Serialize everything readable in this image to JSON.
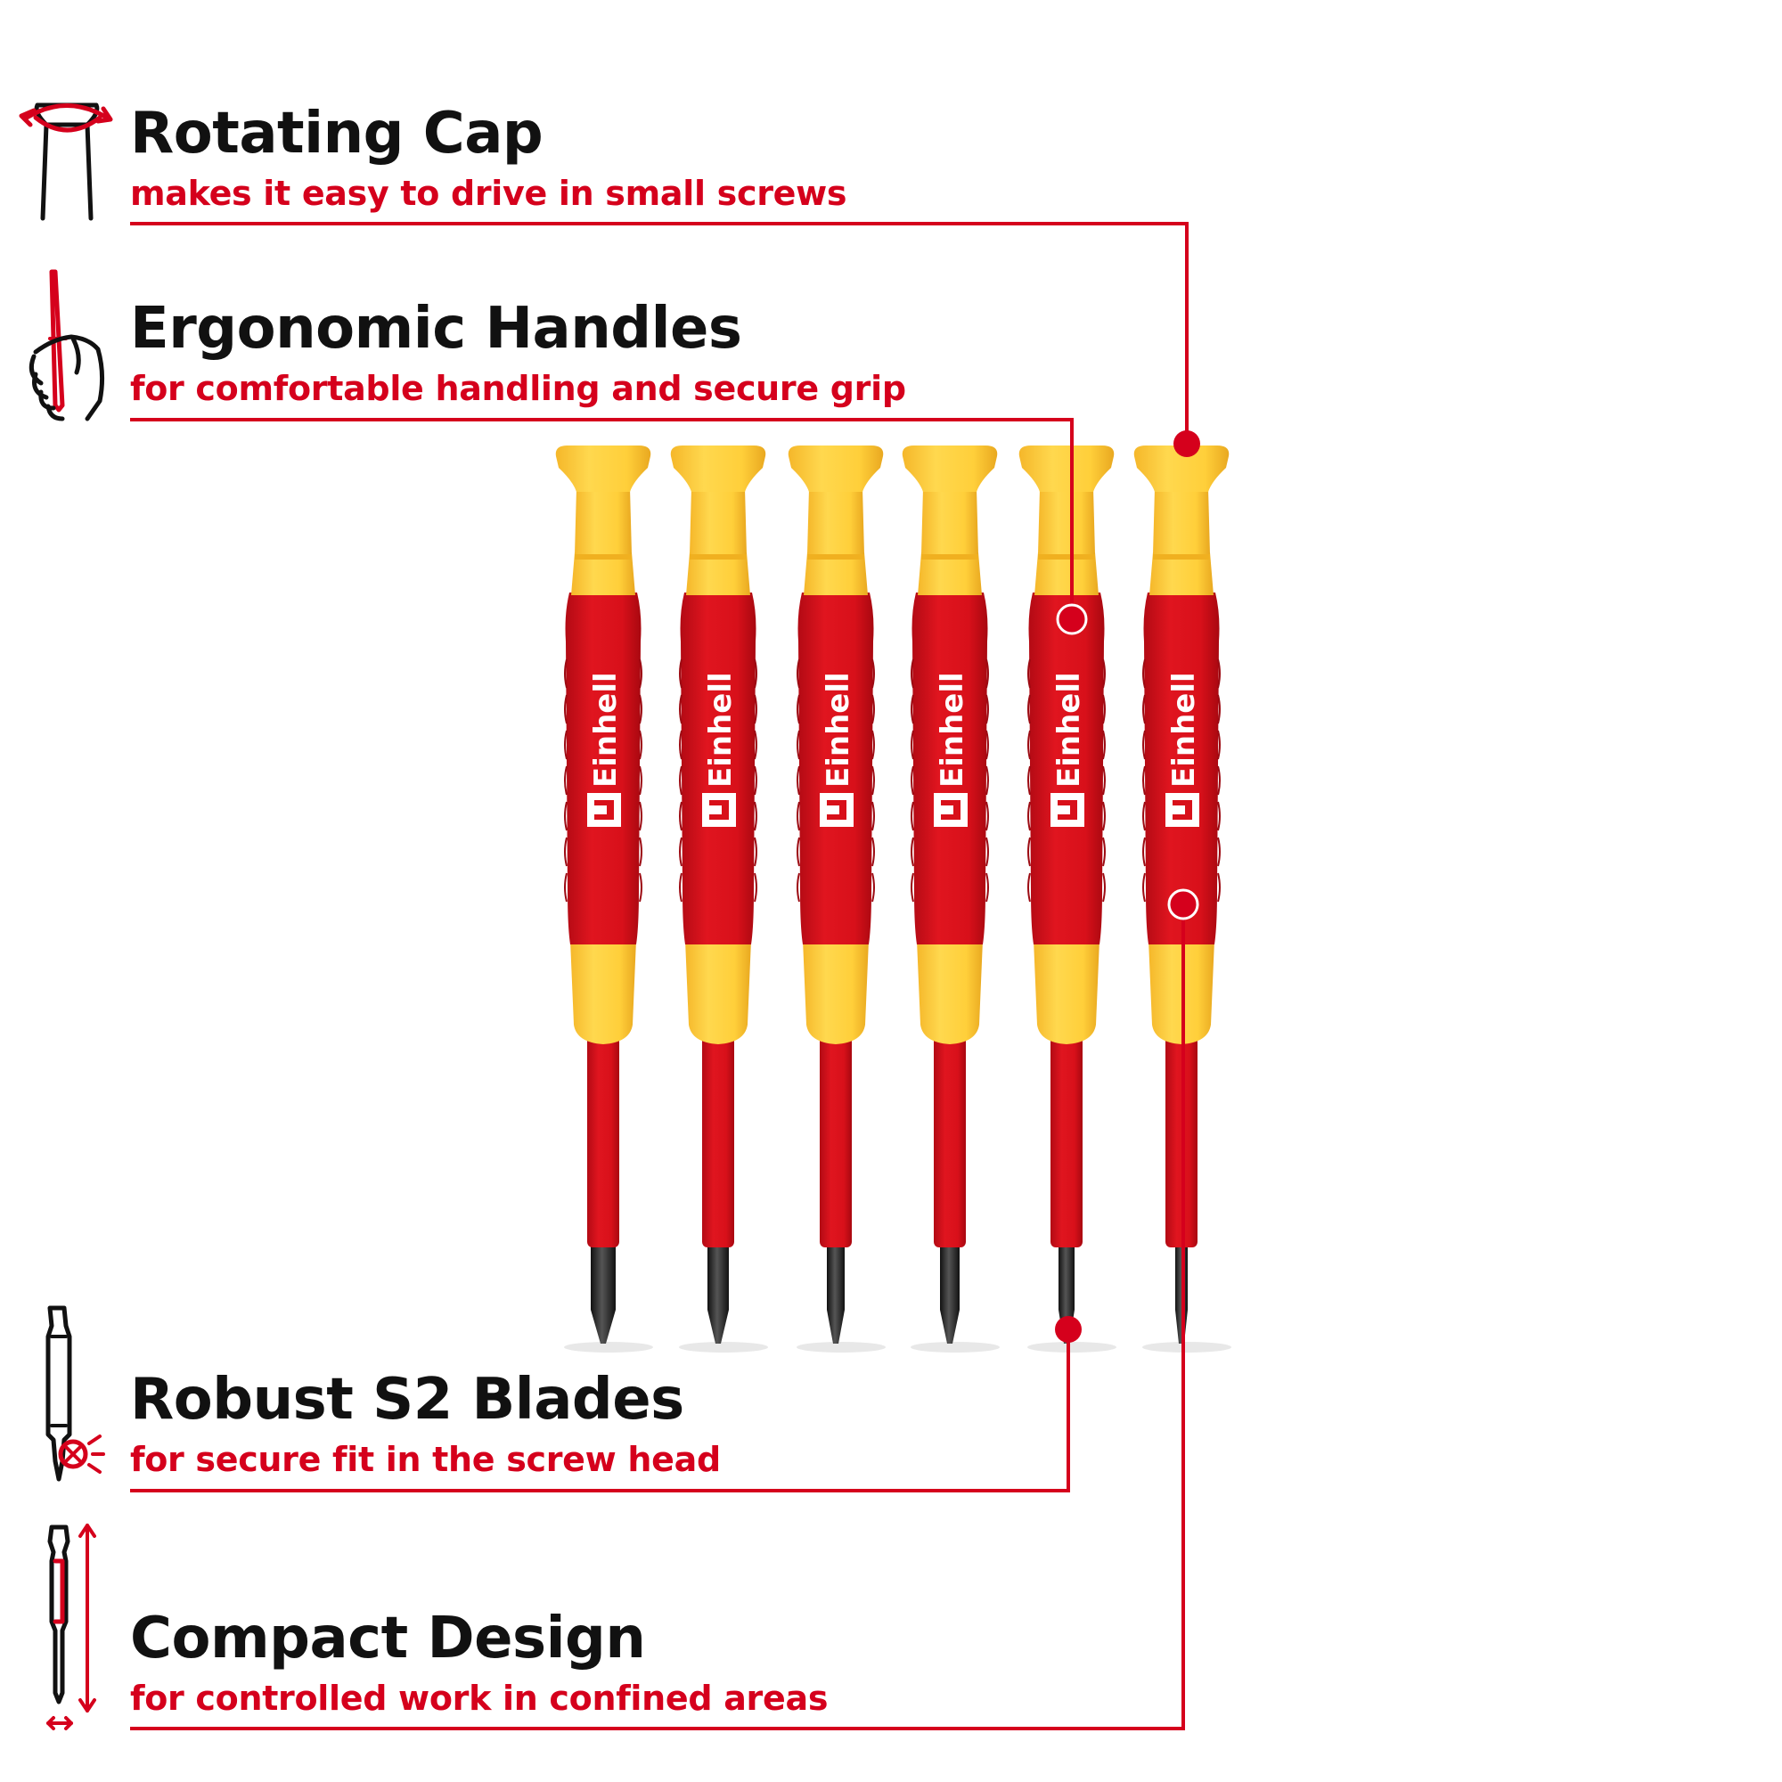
{
  "colors": {
    "accent": "#d5001c",
    "handle_red": "#d8101a",
    "handle_yellow": "#ffcf3a",
    "blade": "#222222",
    "title": "#111111"
  },
  "features": [
    {
      "title": "Rotating Cap",
      "subtitle": "makes it easy to drive in small screws",
      "icon": "rotating-cap-icon"
    },
    {
      "title": "Ergonomic Handles",
      "subtitle": "for comfortable handling and secure grip",
      "icon": "hand-grip-icon"
    },
    {
      "title": "Robust S2 Blades",
      "subtitle": "for secure fit in the screw head",
      "icon": "screwdriver-blade-icon"
    },
    {
      "title": "Compact Design",
      "subtitle": "for controlled work in confined areas",
      "icon": "compact-length-icon"
    }
  ],
  "product": {
    "brand_logo": "Einhell",
    "screwdriver_count": 6
  }
}
